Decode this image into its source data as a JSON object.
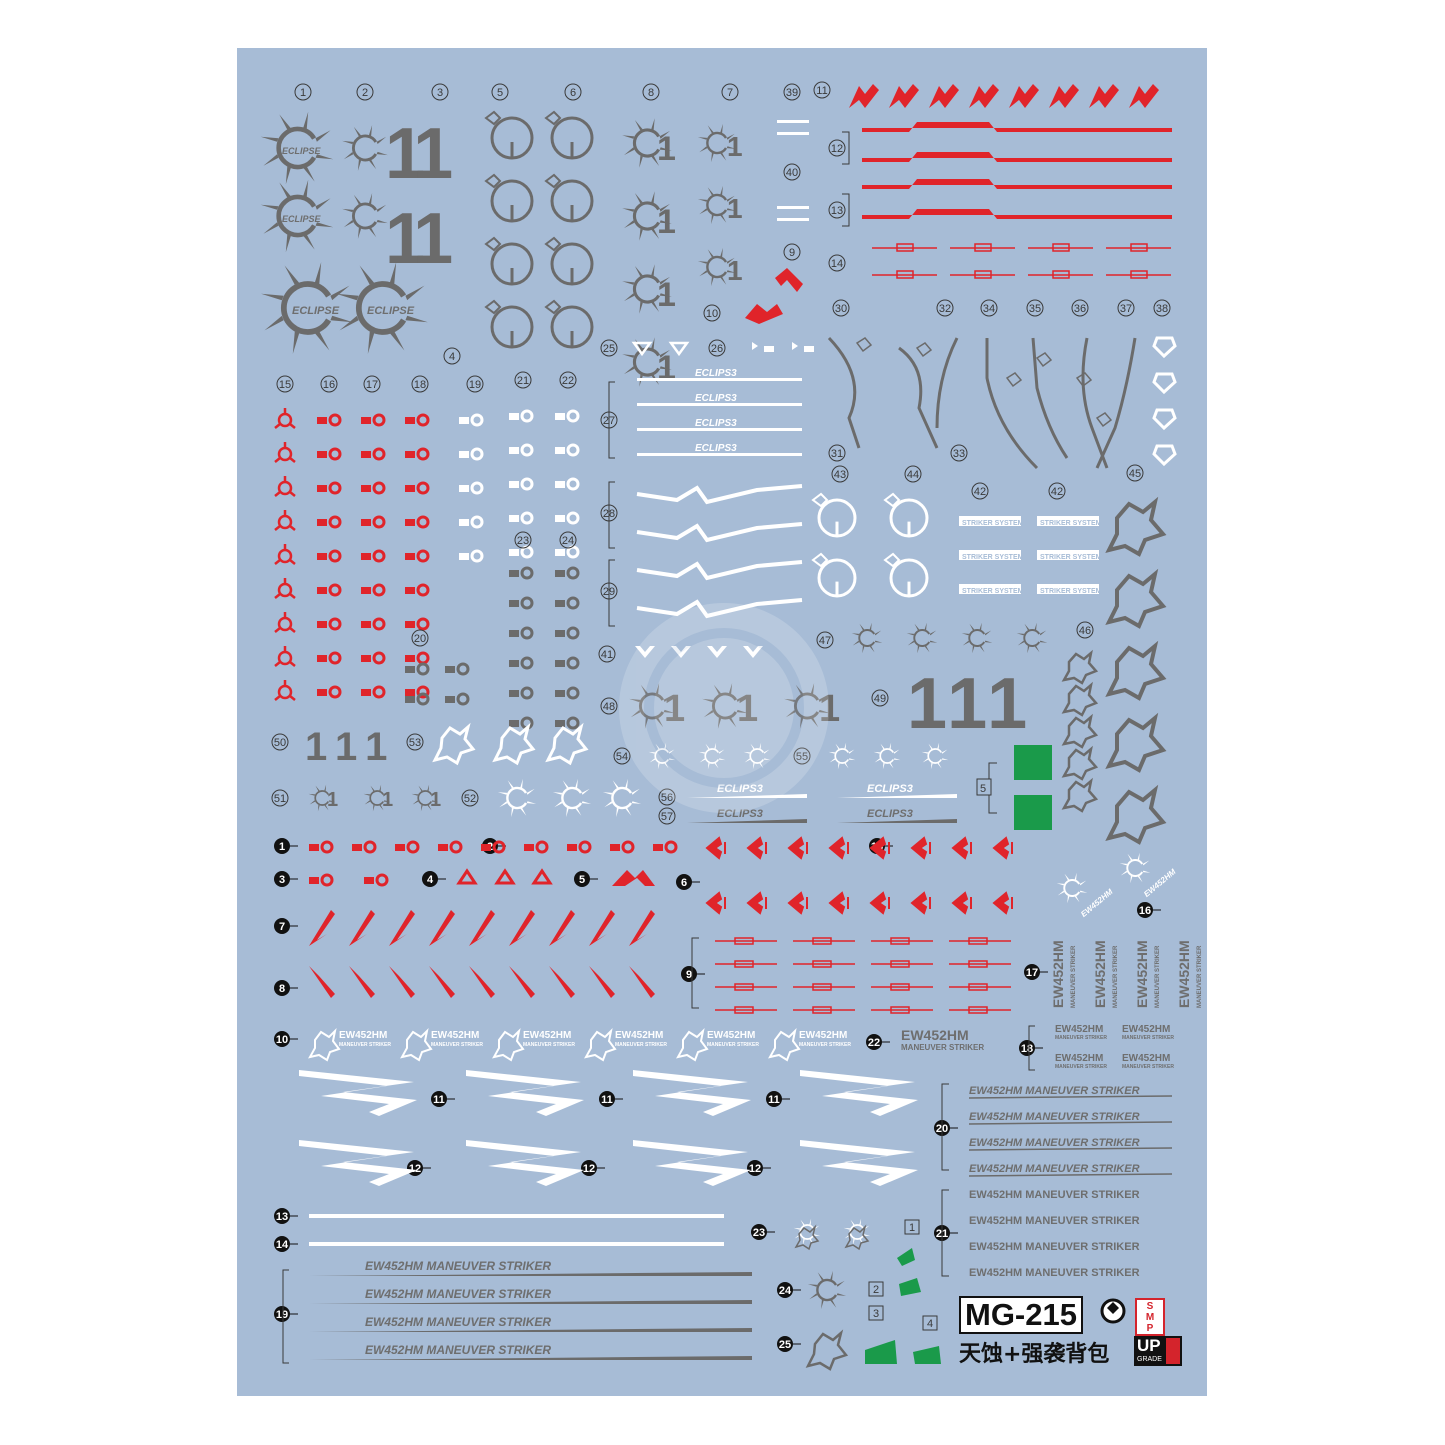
{
  "sheet": {
    "background": "#a7bcd6",
    "accent_red": "#e0242a",
    "accent_green": "#1a9a4a",
    "ink_gray": "#6b6b6b",
    "ink_white": "#ffffff"
  },
  "labels": {
    "small_numbers": [
      "1",
      "2",
      "3",
      "5",
      "6",
      "8",
      "7",
      "39",
      "11",
      "12",
      "13",
      "14",
      "40",
      "9",
      "10",
      "4",
      "25",
      "26",
      "30",
      "32",
      "34",
      "35",
      "36",
      "37",
      "38",
      "15",
      "16",
      "17",
      "18",
      "19",
      "21",
      "22",
      "27",
      "28",
      "29",
      "31",
      "33",
      "43",
      "44",
      "45",
      "42",
      "42",
      "23",
      "24",
      "20",
      "47",
      "46",
      "41",
      "48",
      "49",
      "50",
      "53",
      "54",
      "55",
      "51",
      "52",
      "56",
      "57",
      "5"
    ],
    "black_numbers_left": [
      "1",
      "2",
      "3",
      "4",
      "5",
      "6",
      "7",
      "8",
      "9",
      "10",
      "11",
      "11",
      "11",
      "12",
      "12",
      "12",
      "13",
      "14",
      "15",
      "16",
      "17",
      "18",
      "19",
      "20",
      "21",
      "22",
      "23",
      "24",
      "25"
    ],
    "boxed_numbers": [
      "1",
      "2",
      "3",
      "4"
    ]
  },
  "decal_text": {
    "eclipse": "ECLIPSE",
    "eclipse_small": "ECLIPS3",
    "big_eleven": "11",
    "one": "1",
    "triple_one": "111",
    "striker_system": "STRIKER SYSTEM",
    "model_code": "EW452HM",
    "maneuver_striker": "MANEUVER STRIKER",
    "full_line": "EW452HM MANEUVER STRIKER"
  },
  "product": {
    "code": "MG-215",
    "name": "天蚀+强袭背包",
    "badge_lines": [
      "S",
      "M",
      "P"
    ],
    "up_label": "UP",
    "grade_label": "GRADE"
  }
}
